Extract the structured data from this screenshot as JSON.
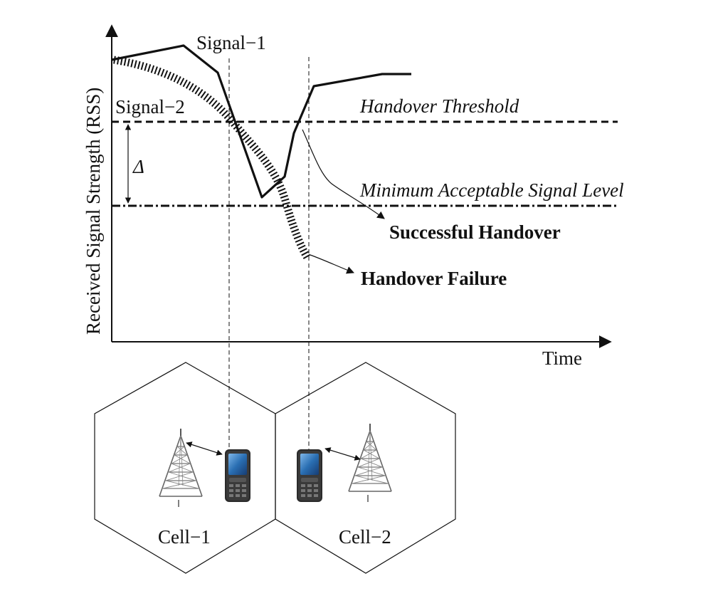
{
  "diagram": {
    "y_axis_label": "Received Signal Strength (RSS)",
    "x_axis_label": "Time",
    "signal1_label": "Signal−1",
    "signal2_label": "Signal−2",
    "handover_threshold_label": "Handover Threshold",
    "min_signal_label": "Minimum Acceptable Signal Level",
    "delta_label": "Δ",
    "successful_handover_label": "Successful Handover",
    "handover_failure_label": "Handover Failure",
    "cell1_label": "Cell−1",
    "cell2_label": "Cell−2"
  },
  "icons": {
    "tower": "cell-tower-icon",
    "phone": "mobile-phone-icon"
  },
  "colors": {
    "line": "#111111",
    "phone_screen": "#2a6fb3"
  }
}
